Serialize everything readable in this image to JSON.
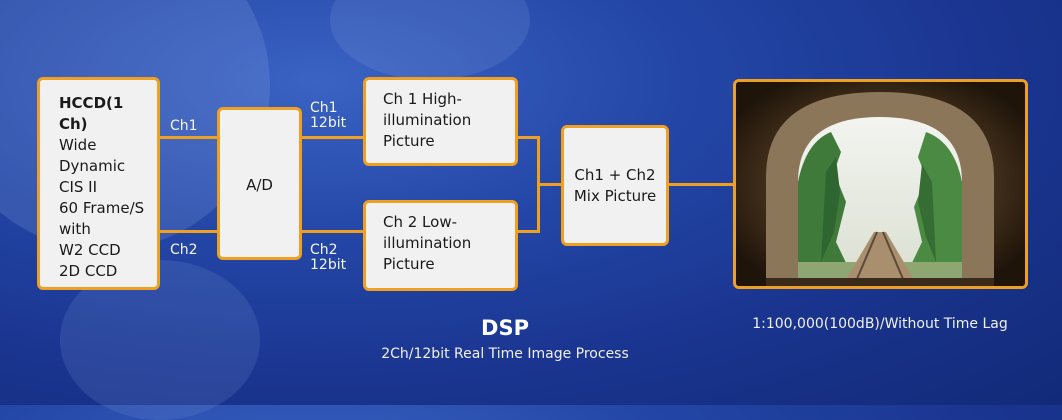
{
  "boxes": {
    "sensor": {
      "title": "HCCD(1 Ch)",
      "body": "Wide\nDynamic\nCIS II\n60 Frame/S\nwith\nW2 CCD\n2D CCD"
    },
    "ad": "A/D",
    "ch1_picture": "Ch 1 High-\nillumination\nPicture",
    "ch2_picture": "Ch 2 Low-\nillumination\nPicture",
    "mix": "Ch1 + Ch2\nMix Picture"
  },
  "labels": {
    "ch1": "Ch1",
    "ch2": "Ch2",
    "ch1_12bit": "Ch1\n12bit",
    "ch2_12bit": "Ch2\n12bit"
  },
  "captions": {
    "dsp_title": "DSP",
    "dsp_subtitle": "2Ch/12bit Real Time Image Process",
    "output": "1:100,000(100dB)/Without Time Lag"
  },
  "colors": {
    "accent": "#f0a020",
    "box_fill": "#f1f1f1",
    "background": "#2346a6"
  },
  "icons": {
    "output_image": "railway-tunnel-photo"
  }
}
